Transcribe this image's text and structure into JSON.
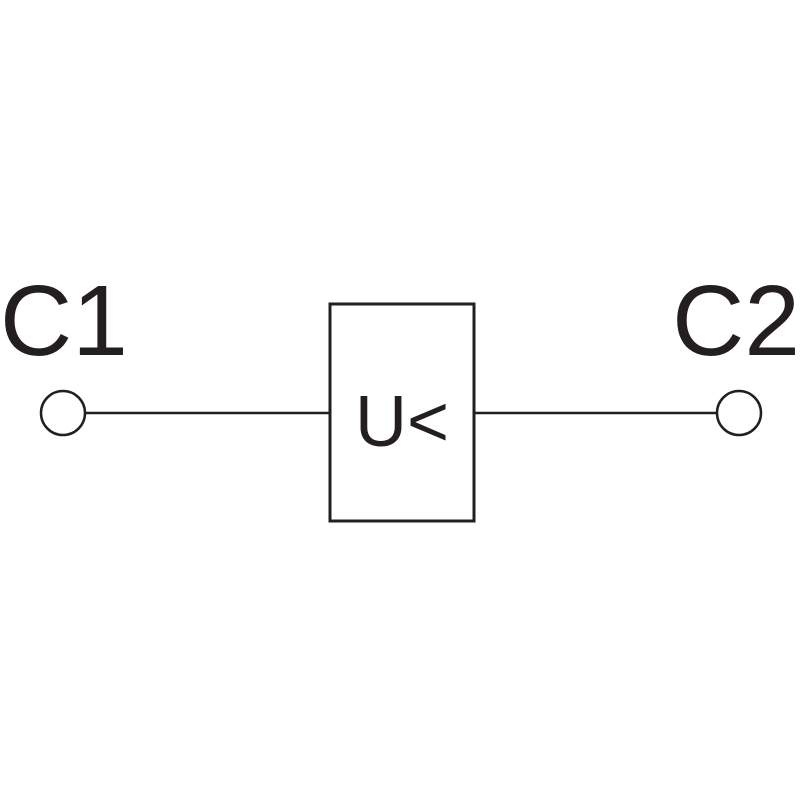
{
  "diagram": {
    "left_terminal": {
      "label": "C1"
    },
    "right_terminal": {
      "label": "C2"
    },
    "device": {
      "label": "U<"
    }
  }
}
